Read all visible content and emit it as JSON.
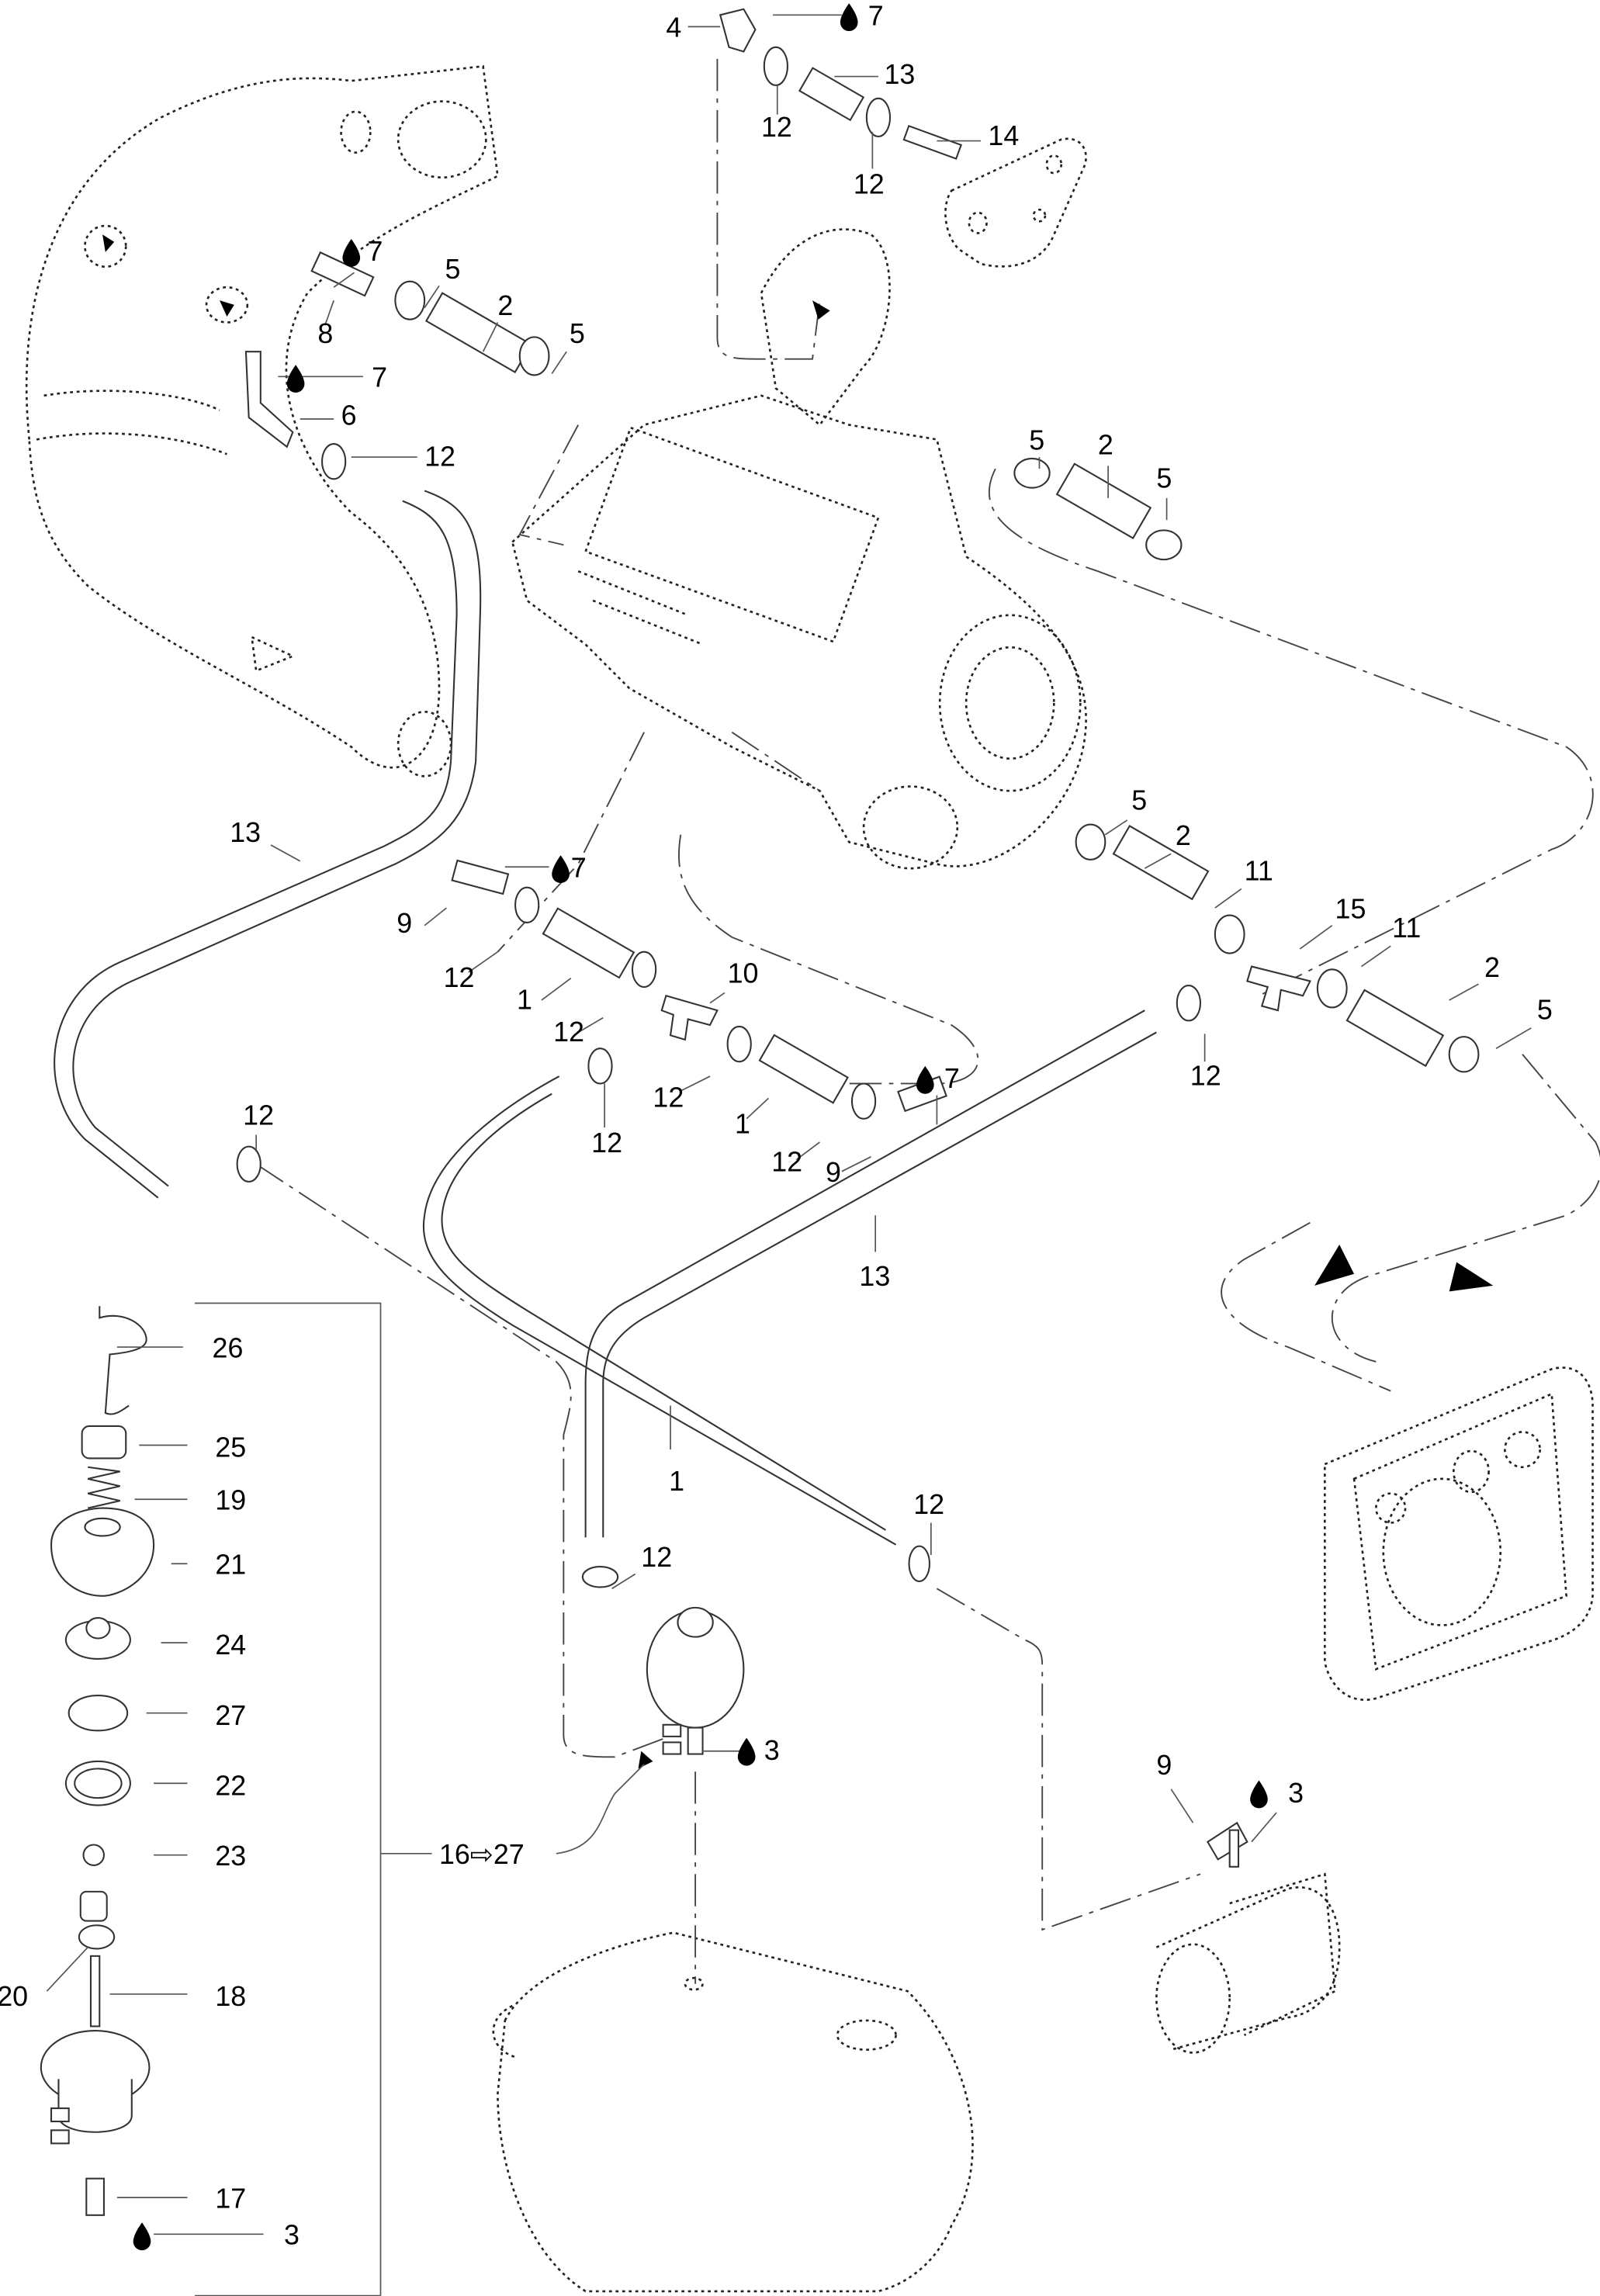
{
  "diagram": {
    "title": "Cooling system exploded parts diagram",
    "accent_color": "#000000",
    "background_color": "#ffffff",
    "sealant_icon": "droplet-icon",
    "kit_callout": {
      "from": "16",
      "arrow": "⇨",
      "to": "27",
      "text": "16⇨27"
    },
    "callouts": [
      {
        "id": "c-4",
        "label": "4"
      },
      {
        "id": "c-7a",
        "label": "7",
        "drop": true
      },
      {
        "id": "c-13a",
        "label": "13"
      },
      {
        "id": "c-12a",
        "label": "12"
      },
      {
        "id": "c-14",
        "label": "14"
      },
      {
        "id": "c-12b",
        "label": "12"
      },
      {
        "id": "c-7b",
        "label": "7",
        "drop": true
      },
      {
        "id": "c-8",
        "label": "8"
      },
      {
        "id": "c-5a",
        "label": "5"
      },
      {
        "id": "c-2a",
        "label": "2"
      },
      {
        "id": "c-5b",
        "label": "5"
      },
      {
        "id": "c-7c",
        "label": "7",
        "drop": true
      },
      {
        "id": "c-6",
        "label": "6"
      },
      {
        "id": "c-12c",
        "label": "12"
      },
      {
        "id": "c-5c",
        "label": "5"
      },
      {
        "id": "c-2b",
        "label": "2"
      },
      {
        "id": "c-5d",
        "label": "5"
      },
      {
        "id": "c-13b",
        "label": "13"
      },
      {
        "id": "c-7d",
        "label": "7",
        "drop": true
      },
      {
        "id": "c-9a",
        "label": "9"
      },
      {
        "id": "c-12d",
        "label": "12"
      },
      {
        "id": "c-1a",
        "label": "1"
      },
      {
        "id": "c-10",
        "label": "10"
      },
      {
        "id": "c-12e",
        "label": "12"
      },
      {
        "id": "c-12f",
        "label": "12"
      },
      {
        "id": "c-12g",
        "label": "12"
      },
      {
        "id": "c-1b",
        "label": "1"
      },
      {
        "id": "c-7e",
        "label": "7",
        "drop": true
      },
      {
        "id": "c-12h",
        "label": "12"
      },
      {
        "id": "c-9b",
        "label": "9"
      },
      {
        "id": "c-5e",
        "label": "5"
      },
      {
        "id": "c-2c",
        "label": "2"
      },
      {
        "id": "c-11a",
        "label": "11"
      },
      {
        "id": "c-15",
        "label": "15"
      },
      {
        "id": "c-11b",
        "label": "11"
      },
      {
        "id": "c-2d",
        "label": "2"
      },
      {
        "id": "c-5f",
        "label": "5"
      },
      {
        "id": "c-12i",
        "label": "12"
      },
      {
        "id": "c-12j",
        "label": "12"
      },
      {
        "id": "c-13c",
        "label": "13"
      },
      {
        "id": "c-1c",
        "label": "1"
      },
      {
        "id": "c-12k",
        "label": "12"
      },
      {
        "id": "c-12l",
        "label": "12"
      },
      {
        "id": "c-3a",
        "label": "3",
        "drop": true
      },
      {
        "id": "c-9c",
        "label": "9"
      },
      {
        "id": "c-3b",
        "label": "3",
        "drop": true
      },
      {
        "id": "c-26",
        "label": "26"
      },
      {
        "id": "c-25",
        "label": "25"
      },
      {
        "id": "c-19",
        "label": "19"
      },
      {
        "id": "c-21",
        "label": "21"
      },
      {
        "id": "c-24",
        "label": "24"
      },
      {
        "id": "c-27",
        "label": "27"
      },
      {
        "id": "c-22",
        "label": "22"
      },
      {
        "id": "c-23",
        "label": "23"
      },
      {
        "id": "c-20",
        "label": "20"
      },
      {
        "id": "c-18",
        "label": "18"
      },
      {
        "id": "c-17",
        "label": "17"
      },
      {
        "id": "c-3c",
        "label": "3",
        "drop": true
      }
    ]
  }
}
